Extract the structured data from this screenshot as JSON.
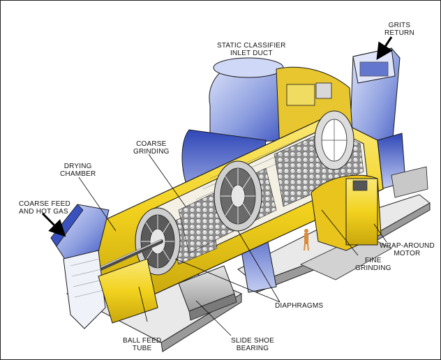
{
  "labels": {
    "grits_return": "GRITS\nRETURN",
    "static_classifier": "STATIC CLASSIFIER\nINLET DUCT",
    "coarse_grinding": "COARSE\nGRINDING",
    "drying_chamber": "DRYING\nCHAMBER",
    "coarse_feed": "COARSE FEED\nAND HOT GAS",
    "wrap_around_motor": "WRAP-AROUND\nMOTOR",
    "fine_grinding": "FINE\nGRINDING",
    "diaphragms": "DIAPHRAGMS",
    "ball_feed_tube": "BALL FEED\nTUBE",
    "slide_shoe_bearing": "SLIDE SHOE\nBEARING"
  },
  "colors": {
    "shell_yellow": "#f2d21e",
    "duct_blue": "#4a63c8",
    "duct_light": "#aebbe8",
    "steel_gray": "#c8c8c8",
    "dark_gray": "#5a5a5a",
    "ball_gray": "#b8b8b8",
    "outline": "#1a1a1a"
  }
}
